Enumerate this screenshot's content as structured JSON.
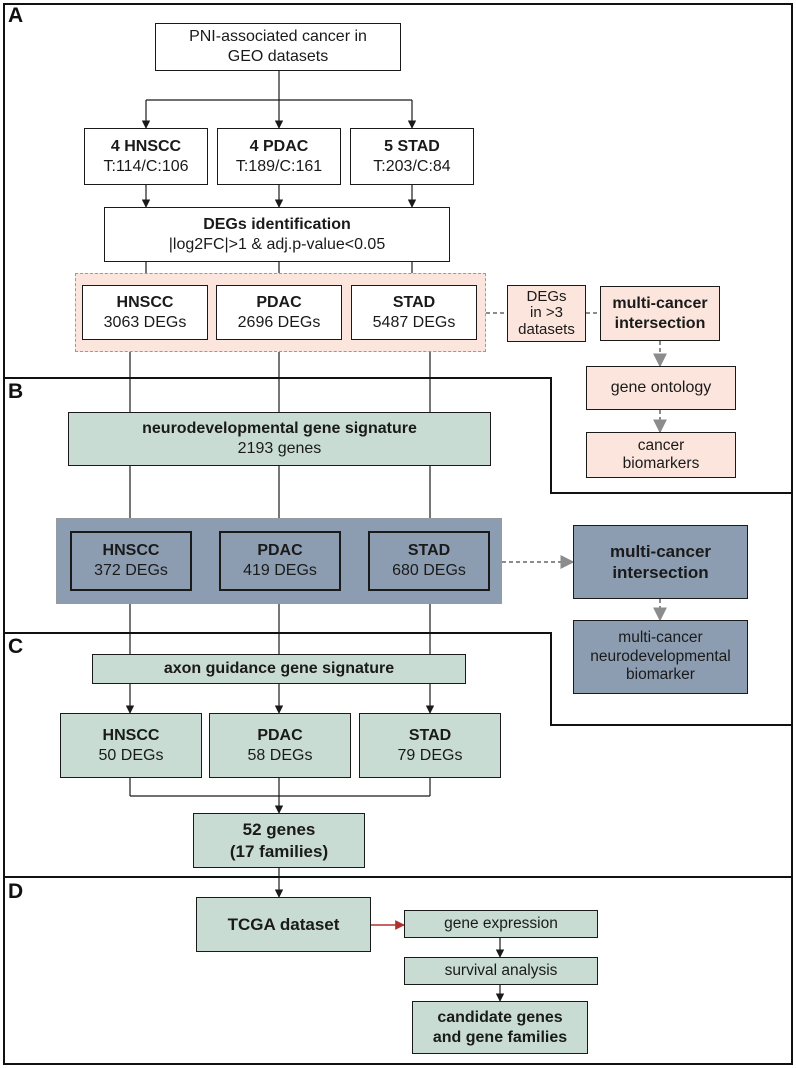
{
  "panels": {
    "a": "A",
    "b": "B",
    "c": "C",
    "d": "D"
  },
  "section_a": {
    "source": {
      "line1": "PNI-associated cancer in",
      "line2": "GEO datasets"
    },
    "cohorts": [
      {
        "title": "4 HNSCC",
        "detail": "T:114/C:106"
      },
      {
        "title": "4 PDAC",
        "detail": "T:189/C:161"
      },
      {
        "title": "5 STAD",
        "detail": "T:203/C:84"
      }
    ],
    "deg_identification": {
      "title": "DEGs identification",
      "criteria": "|log2FC|>1 & adj.p-value<0.05"
    },
    "deg_sets": [
      {
        "title": "HNSCC",
        "detail": "3063 DEGs"
      },
      {
        "title": "PDAC",
        "detail": "2696 DEGs"
      },
      {
        "title": "STAD",
        "detail": "5487 DEGs"
      }
    ],
    "filter": {
      "line1": "DEGs",
      "line2": "in >3",
      "line3": "datasets"
    },
    "intersection": {
      "line1": "multi-cancer",
      "line2": "intersection"
    },
    "gene_ontology": "gene ontology",
    "biomarkers": {
      "line1": "cancer",
      "line2": "biomarkers"
    }
  },
  "section_b": {
    "signature": {
      "title": "neurodevelopmental gene signature",
      "detail": "2193 genes"
    },
    "deg_sets": [
      {
        "title": "HNSCC",
        "detail": "372 DEGs"
      },
      {
        "title": "PDAC",
        "detail": "419 DEGs"
      },
      {
        "title": "STAD",
        "detail": "680 DEGs"
      }
    ],
    "intersection": {
      "line1": "multi-cancer",
      "line2": "intersection"
    },
    "biomarker": {
      "line1": "multi-cancer",
      "line2": "neurodevelopmental",
      "line3": "biomarker"
    }
  },
  "section_c": {
    "signature": "axon guidance gene signature",
    "deg_sets": [
      {
        "title": "HNSCC",
        "detail": "50 DEGs"
      },
      {
        "title": "PDAC",
        "detail": "58 DEGs"
      },
      {
        "title": "STAD",
        "detail": "79 DEGs"
      }
    ],
    "result": {
      "line1": "52 genes",
      "line2": "(17 families)"
    }
  },
  "section_d": {
    "dataset": "TCGA dataset",
    "expression": "gene expression",
    "survival": "survival analysis",
    "candidates": {
      "line1": "candidate genes",
      "line2": "and gene families"
    }
  },
  "colors": {
    "pink_fill": "#fbe5dc",
    "green_fill": "#c8dcd4",
    "slate_fill": "#8d9db1",
    "dashed_gray": "#9a9a9a",
    "arrow_dark": "#1a1a1a",
    "arrow_gray": "#8c8c8c",
    "arrow_red": "#b03030"
  }
}
